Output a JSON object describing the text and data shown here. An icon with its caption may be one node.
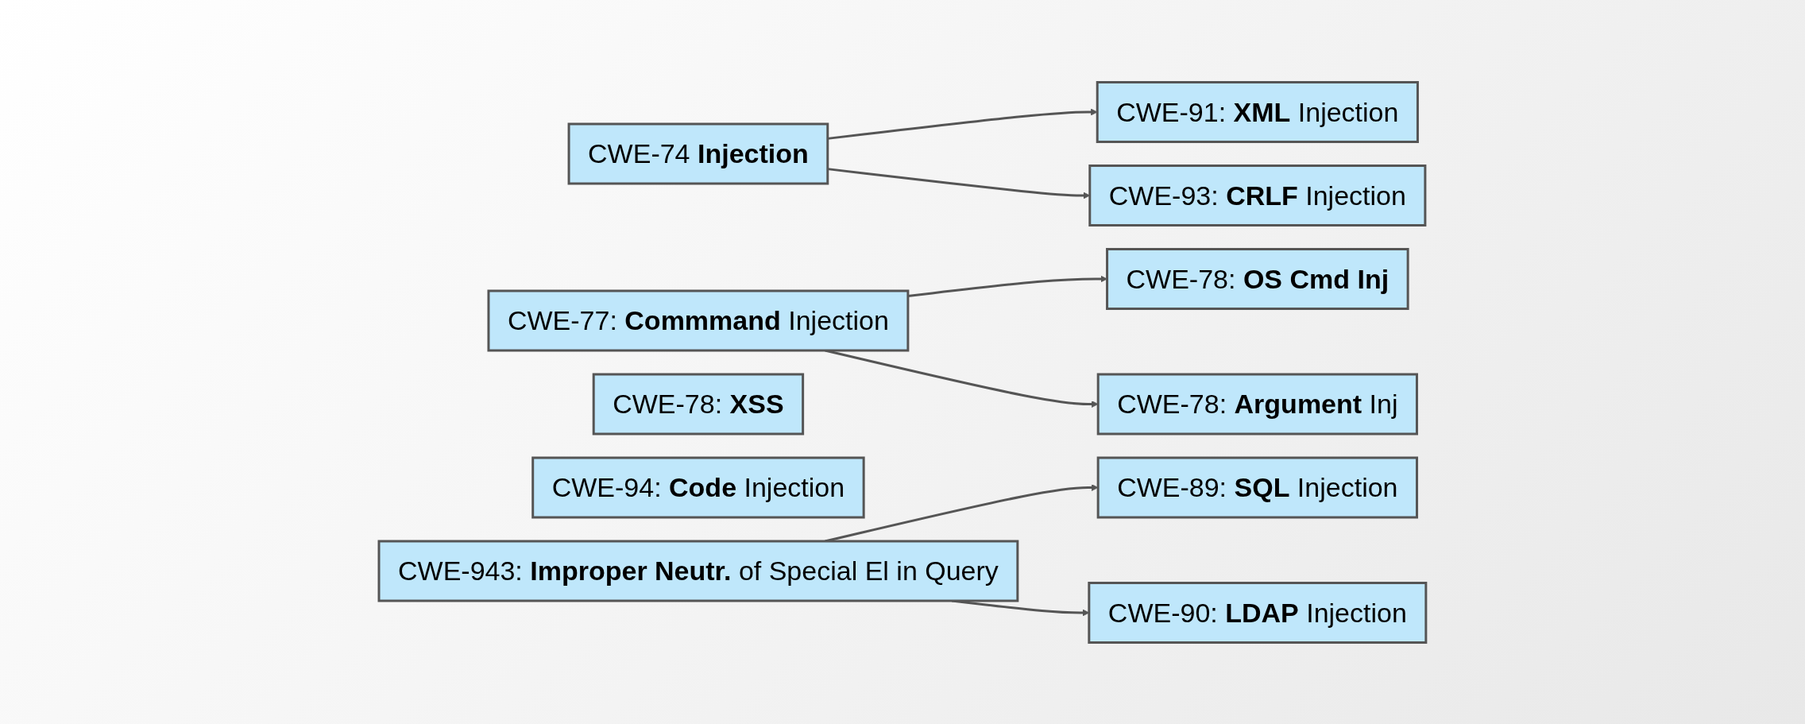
{
  "diagram": {
    "nodes": [
      {
        "text": [
          "CWE-74 **Injection**"
        ]
      },
      {
        "text": [
          "CWE-77: **Commmand** Injection"
        ]
      },
      {
        "text": [
          "CWE-78: **XSS**"
        ]
      },
      {
        "text": [
          "CWE-91: **XML** Injection"
        ]
      },
      {
        "text": [
          "CWE-93: **CRLF** Injection"
        ]
      },
      {
        "text": [
          "CWE-94: **Code** Injection"
        ]
      },
      {
        "text": [
          "CWE-943: **Improper Neutr.** of Special El in Query"
        ]
      },
      {
        "text": [
          "CWE-78: **OS Cmd Inj**"
        ]
      },
      {
        "text": [
          "CWE-78: **Argument** Inj"
        ]
      },
      {
        "text": [
          "CWE-89: **SQL** Injection"
        ]
      },
      {
        "text": [
          "CWE-90: **LDAP** Injection"
        ]
      }
    ],
    "edges": [
      {
        "from": 0,
        "to": 3,
        "arrow": "to"
      },
      {
        "from": 0,
        "to": 4,
        "arrow": "to"
      },
      {
        "from": 1,
        "to": 7,
        "arrow": "to"
      },
      {
        "from": 1,
        "to": 8,
        "arrow": "to"
      },
      {
        "from": 6,
        "to": 9,
        "arrow": "to"
      },
      {
        "from": 6,
        "to": 10,
        "arrow": "to"
      }
    ]
  }
}
